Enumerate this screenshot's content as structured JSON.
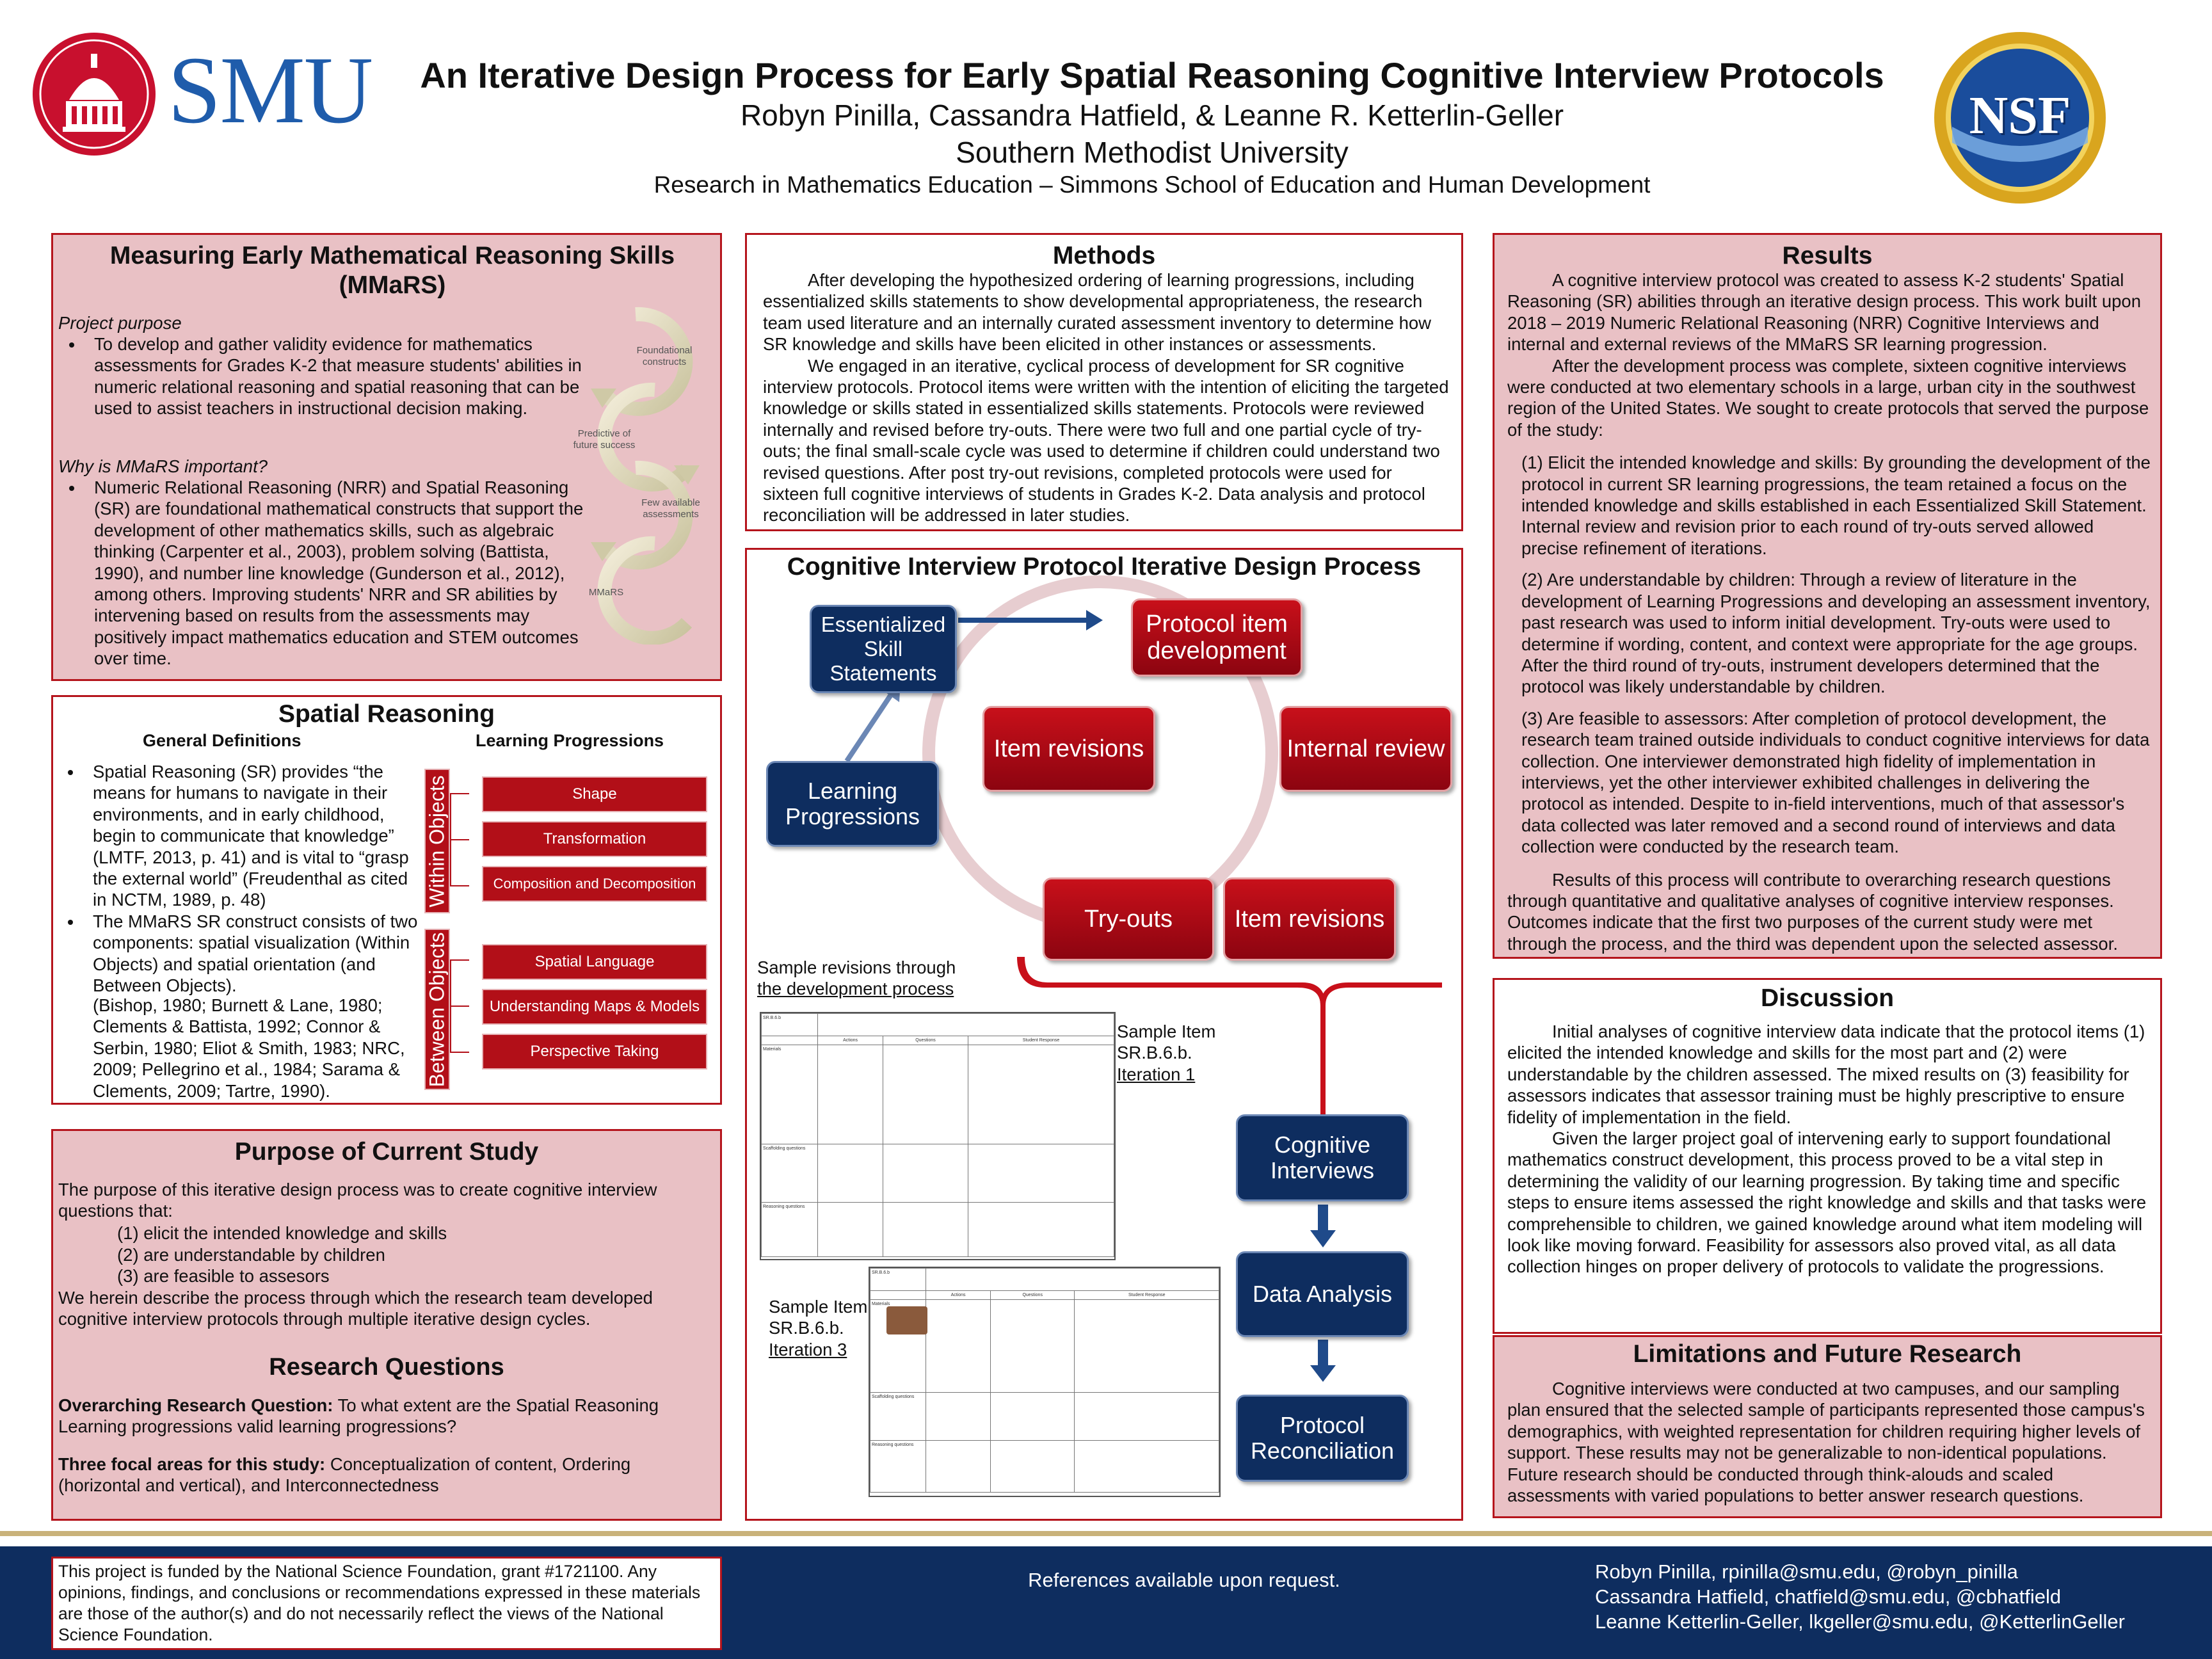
{
  "header": {
    "title": "An Iterative Design Process for Early Spatial Reasoning Cognitive Interview Protocols",
    "authors": "Robyn Pinilla, Cassandra Hatfield, & Leanne R. Ketterlin-Geller",
    "university": "Southern Methodist University",
    "department": "Research in Mathematics Education – Simmons School of Education and Human Development",
    "smu_logo_text": "SMU",
    "nsf_logo_text": "NSF"
  },
  "mmars": {
    "title": "Measuring Early Mathematical Reasoning Skills (MMaRS)",
    "purpose_heading": "Project purpose",
    "purpose_bullet": "To develop and gather validity evidence for mathematics assessments for Grades K-2 that measure students' abilities in numeric relational reasoning and spatial reasoning that can be used to assist teachers in instructional decision making.",
    "why_heading": "Why is MMaRS important?",
    "why_bullet": "Numeric Relational Reasoning (NRR) and Spatial Reasoning (SR) are foundational mathematical constructs that support the development of other mathematics skills, such as algebraic thinking (Carpenter et al., 2003), problem solving (Battista, 1990), and number line knowledge (Gunderson et al., 2012), among others. Improving students' NRR and SR abilities by intervening based on results from the assessments may positively impact mathematics education and STEM outcomes over time.",
    "cycle_labels": [
      "Foundational constructs",
      "Predictive of future success",
      "Few available assessments",
      "MMaRS"
    ]
  },
  "spatial": {
    "title": "Spatial Reasoning",
    "col1_heading": "General Definitions",
    "col2_heading": "Learning Progressions",
    "bullet1": "Spatial Reasoning (SR) provides “the means for humans to navigate in their environments, and in early childhood, begin to communicate that knowledge” (LMTF, 2013, p. 41) and is vital to “grasp the external world” (Freudenthal as cited in NCTM, 1989, p. 48)",
    "bullet2": "The MMaRS SR construct consists of two components: spatial visualization (Within Objects) and spatial orientation (and Between Objects).",
    "refs": "(Bishop, 1980; Burnett & Lane, 1980; Clements & Battista, 1992; Connor & Serbin, 1980; Eliot & Smith, 1983; NRC, 2009; Pellegrino et al., 1984; Sarama & Clements, 2009; Tartre, 1990).",
    "within_label": "Within Objects",
    "between_label": "Between Objects",
    "within_items": [
      "Shape",
      "Transformation",
      "Composition and Decomposition"
    ],
    "between_items": [
      "Spatial Language",
      "Understanding Maps & Models",
      "Perspective Taking"
    ]
  },
  "purpose": {
    "title": "Purpose of Current Study",
    "intro": "The purpose of this iterative design process was to create cognitive interview questions that:",
    "items": [
      "(1) elicit the intended knowledge and skills",
      "(2) are understandable by children",
      "(3) are feasible to assesors"
    ],
    "outro": "We herein describe the process through which the research team developed cognitive interview protocols through multiple iterative design cycles.",
    "rq_title": "Research Questions",
    "rq1_label": "Overarching Research Question:",
    "rq1_text": " To what extent are the Spatial Reasoning Learning progressions valid learning progressions?",
    "rq2_label": "Three focal areas for this study:",
    "rq2_text": " Conceptualization of content, Ordering (horizontal and vertical), and Interconnectedness"
  },
  "methods": {
    "title": "Methods",
    "p1": "After developing the hypothesized ordering of learning progressions, including essentialized skills statements to show developmental appropriateness, the research team used literature and an internally curated assessment inventory to determine how SR knowledge and skills have been elicited in other instances or assessments.",
    "p2": "We engaged in an iterative, cyclical process of development for SR cognitive interview protocols. Protocol items were written with the intention of eliciting the targeted knowledge or skills stated in essentialized skills statements. Protocols were reviewed internally and revised before try-outs. There were two full and one partial cycle of try-outs; the final small-scale cycle was used to determine if children could understand two revised questions. After post try-out revisions, completed protocols were used for sixteen full cognitive interviews of students in Grades K-2. Data analysis and protocol reconciliation will be addressed in later studies."
  },
  "process": {
    "title": "Cognitive Interview Protocol Iterative Design Process",
    "essentialized": "Essentialized Skill Statements",
    "learning": "Learning Progressions",
    "protocol_dev": "Protocol item development",
    "internal_review": "Internal review",
    "item_revisions_right": "Item revisions",
    "tryouts": "Try-outs",
    "item_revisions_left": "Item revisions",
    "cognitive": "Cognitive Interviews",
    "data_analysis": "Data Analysis",
    "reconciliation": "Protocol Reconciliation",
    "sample_caption_1": "Sample revisions through",
    "sample_caption_2": "the development process",
    "item1_l1": "Sample Item",
    "item1_l2": "SR.B.6.b.",
    "item1_l3": "Iteration 1",
    "item3_l1": "Sample Item",
    "item3_l2": "SR.B.6.b.",
    "item3_l3": "Iteration 3"
  },
  "results": {
    "title": "Results",
    "p1": "A cognitive interview protocol was created to assess K-2 students' Spatial Reasoning (SR) abilities through an iterative design process. This work built upon 2018 – 2019 Numeric Relational Reasoning (NRR) Cognitive Interviews and internal and external reviews of the MMaRS SR learning progression.",
    "p2": "After the development process was complete, sixteen cognitive interviews were conducted at two elementary schools in a large, urban city in the southwest region of the United States. We sought to create protocols that served the purpose of the study:",
    "r1": "(1) Elicit the intended knowledge and skills: By grounding the development of the protocol in current SR learning progressions, the team retained a focus on the intended knowledge and skills established in each Essentialized Skill Statement. Internal review and revision prior to each round of try-outs served allowed precise refinement of iterations.",
    "r2": "(2) Are understandable by children: Through a review of literature in the development of Learning Progressions and developing an assessment inventory, past research was used to inform initial development. Try-outs were used to determine if wording, content, and context were appropriate for the age groups. After the third round of try-outs, instrument developers determined that the protocol was likely understandable by children.",
    "r3": "(3) Are feasible to assessors: After completion of protocol development, the research team trained outside individuals to conduct cognitive interviews for data collection. One interviewer demonstrated high fidelity of implementation in interviews, yet the other interviewer exhibited challenges in delivering the protocol as intended. Despite to in-field interventions, much of that assessor's data collected was later removed and a second round of interviews and data collection were conducted by the research team.",
    "p3": "Results of this process will contribute to overarching research questions through quantitative and qualitative analyses of cognitive interview responses. Outcomes indicate that the first two purposes of the current study were met through the process, and the third was dependent upon the selected assessor."
  },
  "discussion": {
    "title": "Discussion",
    "p1": "Initial analyses of cognitive interview data indicate that the protocol items (1) elicited the intended knowledge and skills for the most part and (2) were understandable by the children assessed. The mixed results on (3) feasibility for assessors indicates that assessor training must be highly prescriptive to ensure fidelity of implementation in the field.",
    "p2": "Given the larger project goal of intervening early to support foundational mathematics construct development, this process proved to be a vital step in determining the validity of our learning progression. By taking time and specific steps to ensure items assessed the right knowledge and skills and that tasks were comprehensible to children, we gained knowledge around what item modeling will look like moving forward. Feasibility for assessors also proved vital, as all data collection hinges on proper delivery of protocols to validate the progressions."
  },
  "limitations": {
    "title": "Limitations and Future Research",
    "p1": "Cognitive interviews were conducted at two campuses, and our sampling plan ensured that the selected sample of participants represented those campus's demographics, with weighted representation for children requiring higher levels of  support. These results may not be generalizable to non-identical populations. Future research should be conducted through think-alouds and scaled assessments with varied populations to better answer research questions."
  },
  "footer": {
    "funding": "This project is funded by the National Science Foundation, grant #1721100. Any opinions, findings, and conclusions or recommendations expressed in these materials are those of the author(s) and do not necessarily reflect the views of the National Science Foundation.",
    "references": "References available upon request.",
    "contact1": "Robyn Pinilla, rpinilla@smu.edu, @robyn_pinilla",
    "contact2": "Cassandra Hatfield, chatfield@smu.edu, @cbhatfield",
    "contact3": "Leanne Ketterlin-Geller, lkgeller@smu.edu, @KetterlinGeller"
  },
  "colors": {
    "red": "#b5141c",
    "pink": "#e9c1c5",
    "navy": "#0e2d5f"
  }
}
